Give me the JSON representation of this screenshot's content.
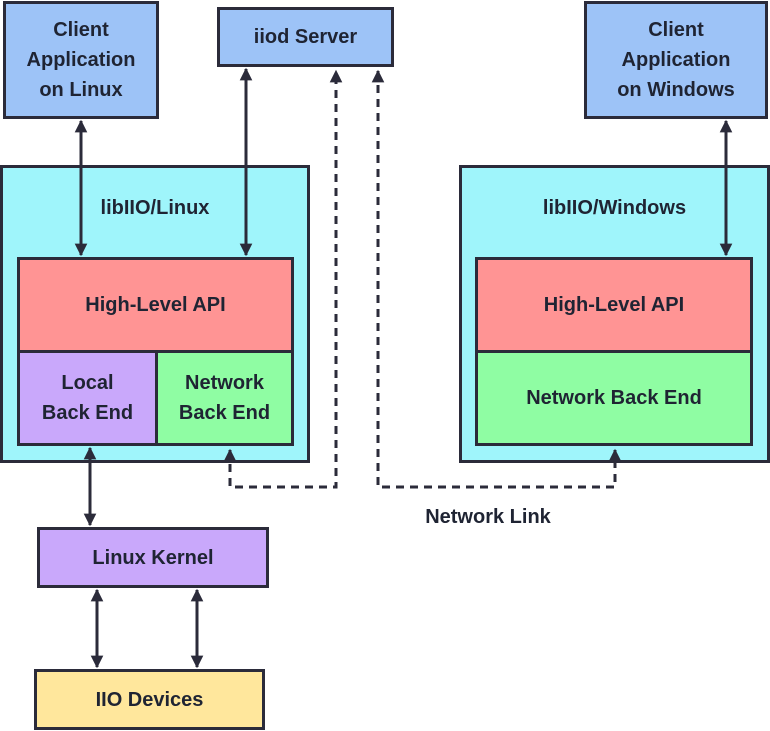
{
  "diagram": {
    "client_linux": "Client\nApplication\non Linux",
    "iiod_server": "iiod Server",
    "client_windows": "Client\nApplication\non Windows",
    "libiio_linux": "libIIO/Linux",
    "libiio_windows": "libIIO/Windows",
    "high_level_api_linux": "High-Level API",
    "high_level_api_windows": "High-Level API",
    "local_back_end": "Local\nBack End",
    "network_back_end_linux": "Network\nBack End",
    "network_back_end_windows": "Network Back End",
    "network_link": "Network Link",
    "linux_kernel": "Linux Kernel",
    "iio_devices": "IIO Devices"
  },
  "colors": {
    "blue": "#9dc3f7",
    "cyan": "#9ff5fb",
    "red": "#ff9494",
    "purple": "#c9a8fb",
    "green": "#8ffda3",
    "yellow": "#ffe79c",
    "stroke": "#2b2b3a"
  }
}
